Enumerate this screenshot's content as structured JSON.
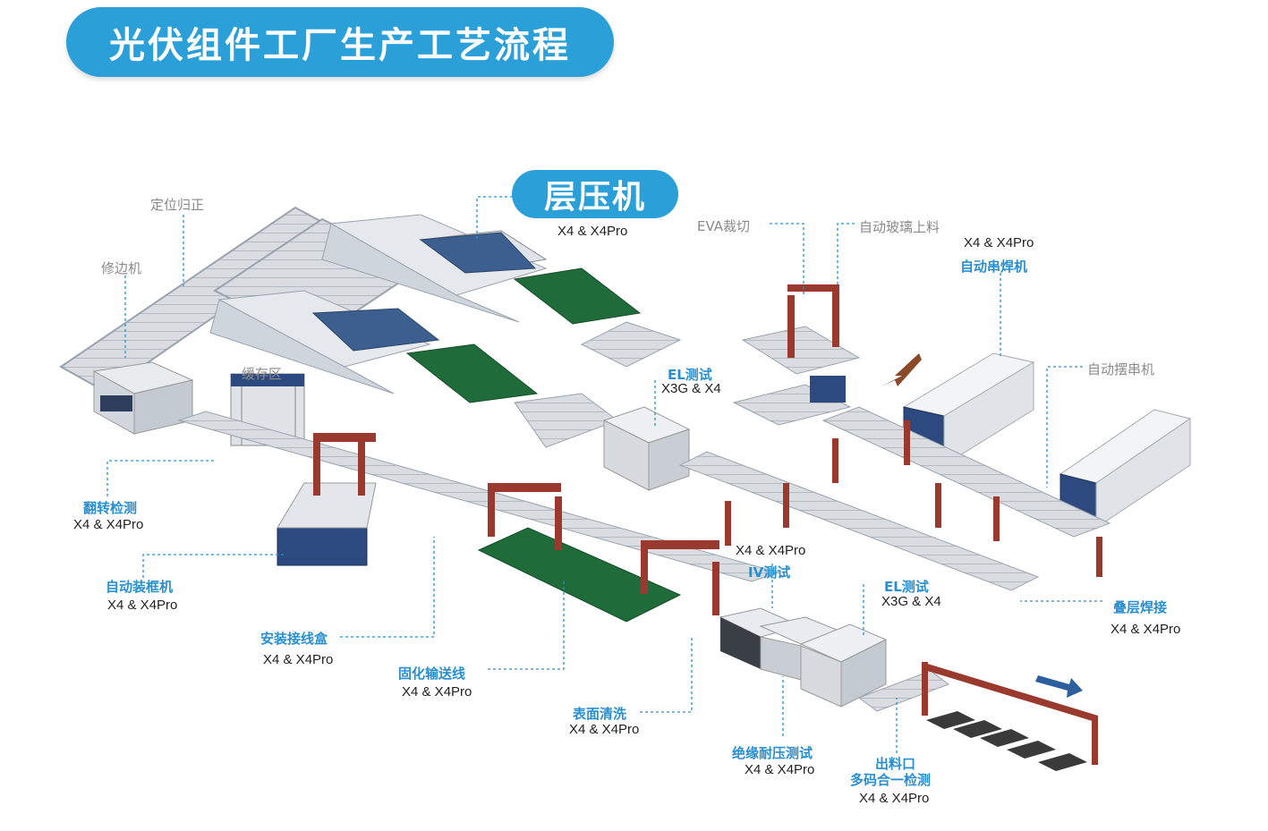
{
  "title": "光伏组件工厂生产工艺流程",
  "laminator": {
    "label": "层压机",
    "model": "X4 & X4Pro"
  },
  "labels": {
    "positioning": "定位归正",
    "edge_trimmer": "修边机",
    "buffer": "缓存区",
    "eva_cutting": "EVA裁切",
    "glass_loading": "自动玻璃上料",
    "stringer_model": "X4 & X4Pro",
    "stringer": "自动串焊机",
    "layup": "自动摆串机",
    "el_test_top": "EL测试",
    "el_test_top_model": "X3G & X4",
    "flip_inspect": "翻转检测",
    "flip_inspect_model": "X4 & X4Pro",
    "auto_framing": "自动装框机",
    "auto_framing_model": "X4 & X4Pro",
    "junction_box": "安装接线盒",
    "junction_box_model": "X4 & X4Pro",
    "curing_line": "固化输送线",
    "curing_line_model": "X4 & X4Pro",
    "iv_test_model": "X4 & X4Pro",
    "iv_test": "IV测试",
    "el_test_bottom": "EL测试",
    "el_test_bottom_model": "X3G & X4",
    "stack_weld": "叠层焊接",
    "stack_weld_model": "X4 & X4Pro",
    "surface_clean": "表面清洗",
    "surface_clean_model": "X4 & X4Pro",
    "insulation_test": "绝缘耐压测试",
    "insulation_test_model": "X4 & X4Pro",
    "outlet_line1": "出料口",
    "outlet_line2": "多码合一检测",
    "outlet_model": "X4 & X4Pro"
  },
  "colors": {
    "accent": "#2a9fd8",
    "label_blue": "#2a8fcf",
    "frame_red": "#9a3a2e",
    "belt_green": "#1f6b3a",
    "panel_blue": "#3d5f8f",
    "arrow_brown": "#8a4a2a",
    "arrow_blue": "#2b5f9e"
  }
}
